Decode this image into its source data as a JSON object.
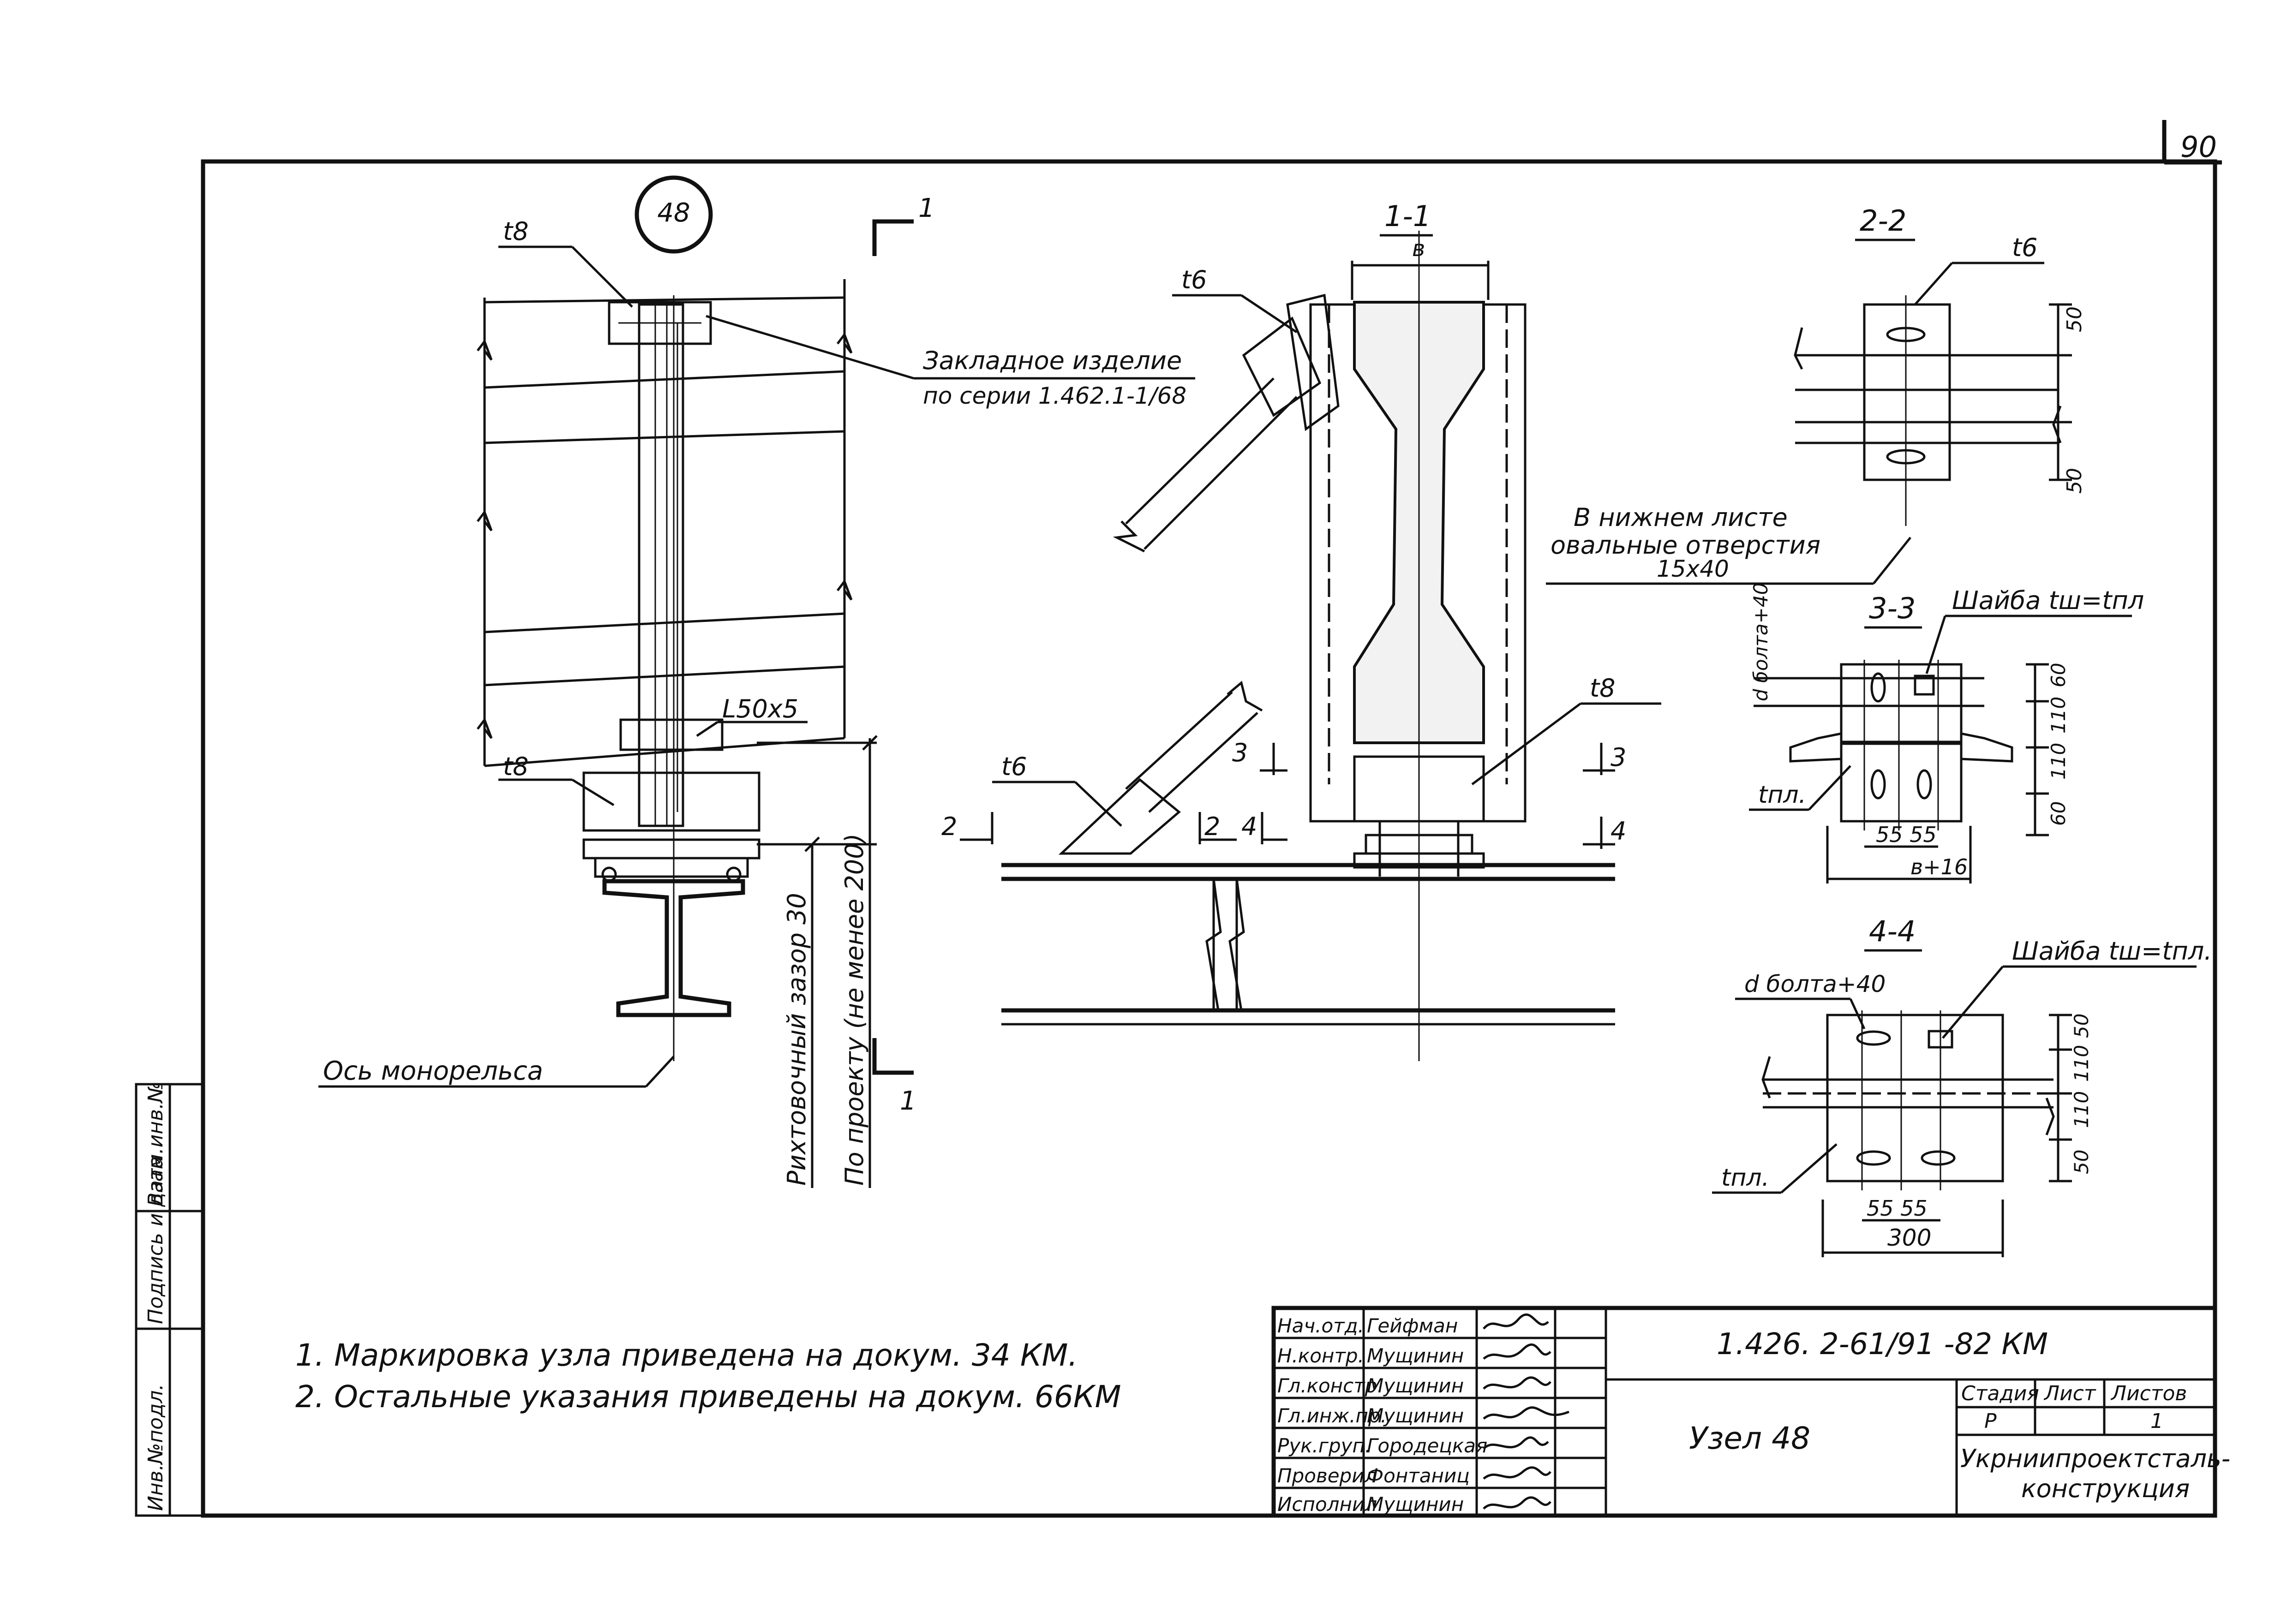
{
  "sheet": {
    "page_number": "90",
    "node_marker": "48"
  },
  "elevation": {
    "top_plate": "t8",
    "bottom_plate": "t8",
    "angle": "L50x5",
    "embedded_item_line1": "Закладное изделие",
    "embedded_item_line2": "по серии 1.462.1-1/68",
    "gap_label": "Рихтовочный зазор 30",
    "design_label": "По проекту (не менее 200)",
    "axis_label": "Ось монорельса",
    "cut_mark": "1"
  },
  "section_1_1": {
    "title": "1-1",
    "width_label": "в",
    "upper_brace_plate": "t6",
    "lower_brace_plate": "t6",
    "base_plate": "t8",
    "cut_2": "2",
    "cut_3": "3",
    "cut_4": "4",
    "oval_note_line1": "В нижнем листе",
    "oval_note_line2": "овальные отверстия",
    "oval_note_line3": "15x40"
  },
  "section_2_2": {
    "title": "2-2",
    "plate": "t6",
    "dim_top": "50",
    "dim_bottom": "50"
  },
  "section_3_3": {
    "title": "3-3",
    "washer": "Шайба tш=tпл",
    "bolt_hole": "d болта+40",
    "plate": "tпл.",
    "dim_1": "60",
    "dim_2": "110",
    "dim_3": "110",
    "dim_4": "60",
    "dim_spacing": "55 55",
    "dim_width": "в+16"
  },
  "section_4_4": {
    "title": "4-4",
    "washer": "Шайба tш=tпл.",
    "bolt_hole": "d болта+40",
    "plate": "tпл.",
    "dim_1": "50",
    "dim_2": "110",
    "dim_3": "110",
    "dim_4": "50",
    "dim_spacing": "55 55",
    "dim_width": "300"
  },
  "notes": {
    "note_1": "1. Маркировка узла приведена на докум. 34 КМ.",
    "note_2": "2. Остальные указания приведены на докум. 66КМ"
  },
  "left_strip": {
    "cell_1": "Инв.№подл.",
    "cell_2": "Подпись и дата",
    "cell_3": "Взам.инв.№"
  },
  "title_block": {
    "roles": [
      "Нач.отд.",
      "Н.контр.",
      "Гл.констр.",
      "Гл.инж.пр.",
      "Рук.груп.",
      "Проверил",
      "Исполнил"
    ],
    "names": [
      "Гейфман",
      "Мущинин",
      "Мущинин",
      "Мущинин",
      "Городецкая",
      "Фонтаниц",
      "Мущинин"
    ],
    "doc_code": "1.426. 2-61/91 -82 КМ",
    "title": "Узел 48",
    "stage_header": "Стадия",
    "sheet_header": "Лист",
    "sheets_header": "Листов",
    "stage": "Р",
    "sheets": "1",
    "org_line1": "Укрниипроектсталь-",
    "org_line2": "конструкция"
  }
}
